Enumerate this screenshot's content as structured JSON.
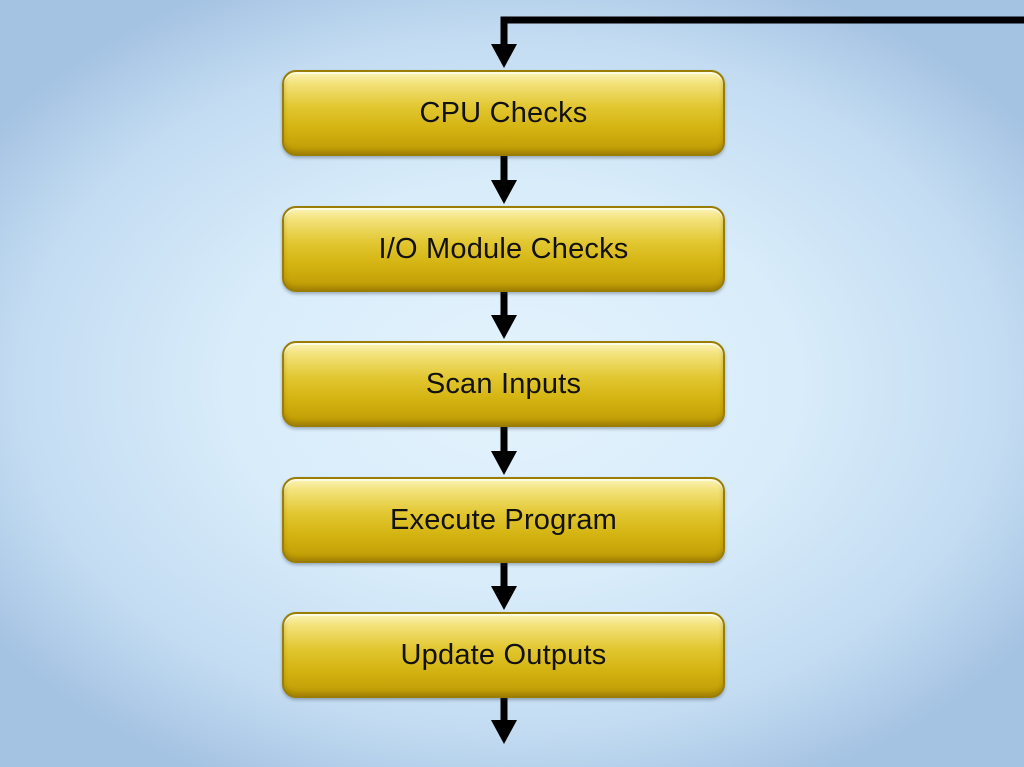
{
  "diagram": {
    "type": "flowchart",
    "layout": "vertical-loop",
    "steps": [
      {
        "label": "CPU Checks"
      },
      {
        "label": "I/O Module Checks"
      },
      {
        "label": "Scan Inputs"
      },
      {
        "label": "Execute Program"
      },
      {
        "label": "Update Outputs"
      }
    ],
    "loop_back_to_first_step": true
  },
  "colors": {
    "background": "#d8ecfa",
    "box_fill": "#e2c731",
    "box_border": "#9a7d04",
    "arrow": "#000000",
    "text": "#111111"
  }
}
